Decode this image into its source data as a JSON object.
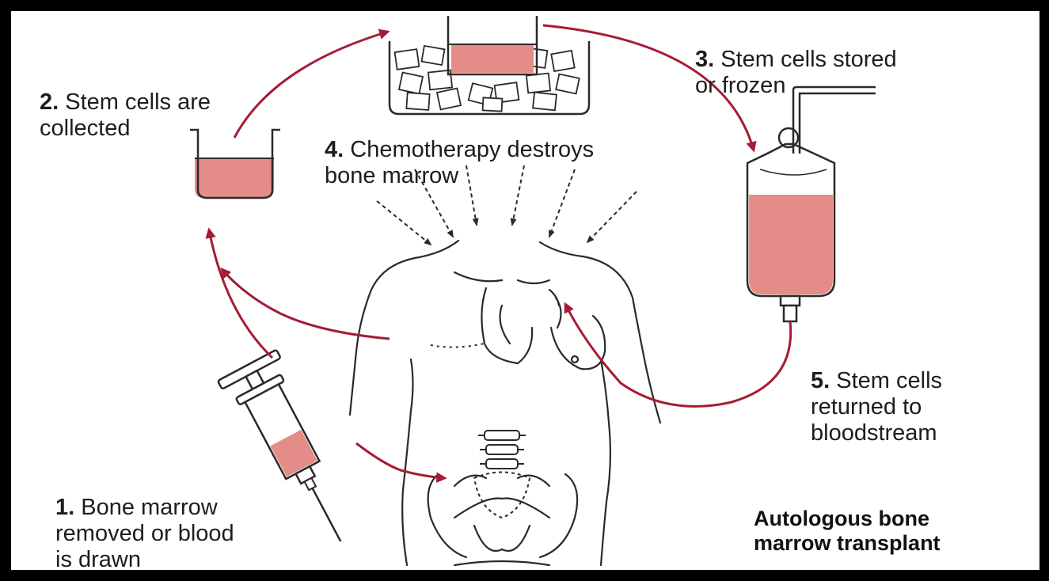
{
  "diagram": {
    "title": "Autologous bone\nmarrow transplant",
    "steps": [
      {
        "num": "1.",
        "text": "Bone marrow\nremoved or blood\nis drawn"
      },
      {
        "num": "2.",
        "text": "Stem cells are\ncollected"
      },
      {
        "num": "3.",
        "text": "Stem cells stored\nor frozen"
      },
      {
        "num": "4.",
        "text": "Chemotherapy destroys\nbone marrow"
      },
      {
        "num": "5.",
        "text": "Stem cells\nreturned to\nbloodstream"
      }
    ]
  },
  "colors": {
    "arrow": "#a51c34",
    "fluid": "#e48d88",
    "line": "#2a2a2a",
    "frame": "#000000",
    "background": "#ffffff"
  }
}
